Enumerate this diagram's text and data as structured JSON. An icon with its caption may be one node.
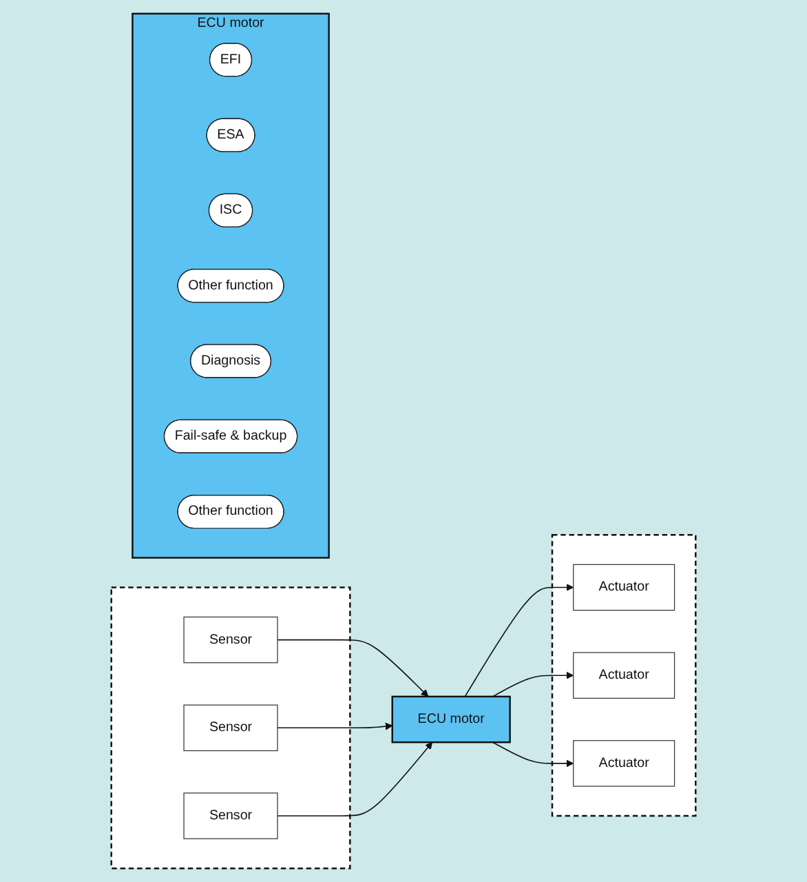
{
  "diagram": {
    "nodes": [
      {
        "text": [],
        "shape": "box"
      },
      {
        "text": [
          "Sensor"
        ],
        "in": 0
      },
      {
        "text": [
          "Sensor"
        ],
        "in": 0
      },
      {
        "text": [
          "Sensor"
        ],
        "in": 0
      },
      {
        "text": [
          "ECU motor"
        ]
      },
      {
        "text": [],
        "shape": "box"
      },
      {
        "text": [
          "Actuator"
        ],
        "in": 5
      },
      {
        "text": [
          "Actuator"
        ],
        "in": 5
      },
      {
        "text": [
          "Actuator"
        ],
        "in": 5
      },
      {
        "text": [
          "ECU motor"
        ]
      },
      {
        "text": [
          "EFI"
        ],
        "in": 9
      },
      {
        "text": [
          "ESA"
        ],
        "in": 9
      },
      {
        "text": [
          "ISC"
        ],
        "in": 9
      },
      {
        "text": [
          "Other function"
        ],
        "in": 9
      },
      {
        "text": [
          "Diagnosis"
        ],
        "in": 9
      },
      {
        "text": [
          "Fail-safe & backup"
        ],
        "in": 9
      },
      {
        "text": [
          "Other function"
        ],
        "in": 9
      }
    ],
    "edges": [
      {
        "from": 1,
        "to": 4,
        "arrow": "to"
      },
      {
        "from": 2,
        "to": 4,
        "arrow": "to"
      },
      {
        "from": 3,
        "to": 4,
        "arrow": "to"
      },
      {
        "from": 4,
        "to": 6,
        "arrow": "to"
      },
      {
        "from": 4,
        "to": 7,
        "arrow": "to"
      },
      {
        "from": 4,
        "to": 8,
        "arrow": "to"
      }
    ]
  }
}
